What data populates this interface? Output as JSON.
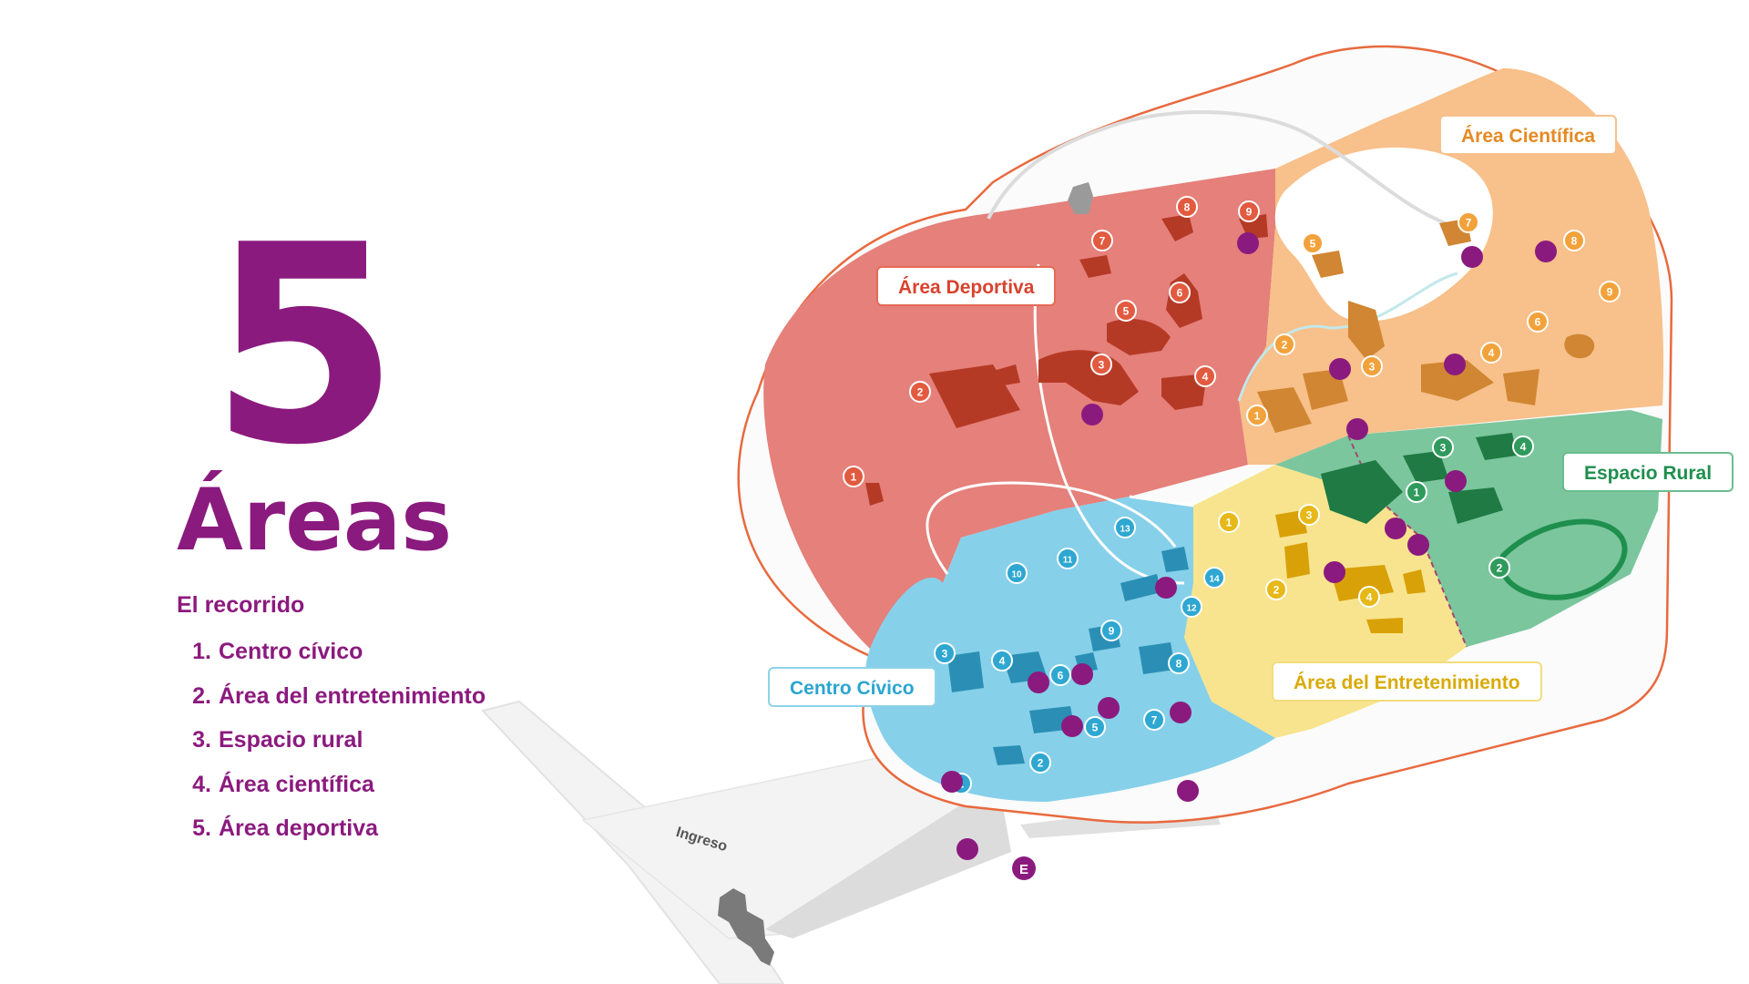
{
  "headline": {
    "number": "5",
    "word": "Áreas"
  },
  "route": {
    "title": "El recorrido",
    "items": [
      {
        "num": "1.",
        "label": "Centro cívico"
      },
      {
        "num": "2.",
        "label": "Área del entretenimiento"
      },
      {
        "num": "3.",
        "label": "Espacio rural"
      },
      {
        "num": "4.",
        "label": "Área científica"
      },
      {
        "num": "5.",
        "label": "Área deportiva"
      }
    ]
  },
  "map_labels": {
    "deportiva": "Área Deportiva",
    "cientifica": "Área Científica",
    "rural": "Espacio Rural",
    "civico": "Centro Cívico",
    "entretenimiento": "Área del Entretenimiento",
    "ingreso": "Ingreso"
  },
  "colors": {
    "brand_purple": "#8b1a7e",
    "deportiva": "#e5807a",
    "cientifica": "#f8c08a",
    "rural": "#7bc69d",
    "civico": "#86d0ea",
    "entretenimiento": "#f8e48e",
    "outline": "#e8693e"
  },
  "markers": {
    "deportiva": [
      "1",
      "2",
      "3",
      "4",
      "5",
      "6",
      "7",
      "8",
      "9"
    ],
    "cientifica": [
      "1",
      "2",
      "3",
      "4",
      "5",
      "6",
      "7",
      "8",
      "9"
    ],
    "rural": [
      "1",
      "2",
      "3",
      "4"
    ],
    "entretenimiento": [
      "1",
      "2",
      "3",
      "4"
    ],
    "civico": [
      "1",
      "2",
      "3",
      "4",
      "5",
      "6",
      "7",
      "8",
      "9",
      "10",
      "11",
      "12",
      "13",
      "14"
    ]
  },
  "service_icons": [
    "recycle-icon",
    "restroom-icon",
    "info-icon",
    "first-aid-icon",
    "restaurant-icon",
    "phone-icon",
    "accessibility-icon",
    "parking-icon"
  ],
  "parking_letter": "E"
}
